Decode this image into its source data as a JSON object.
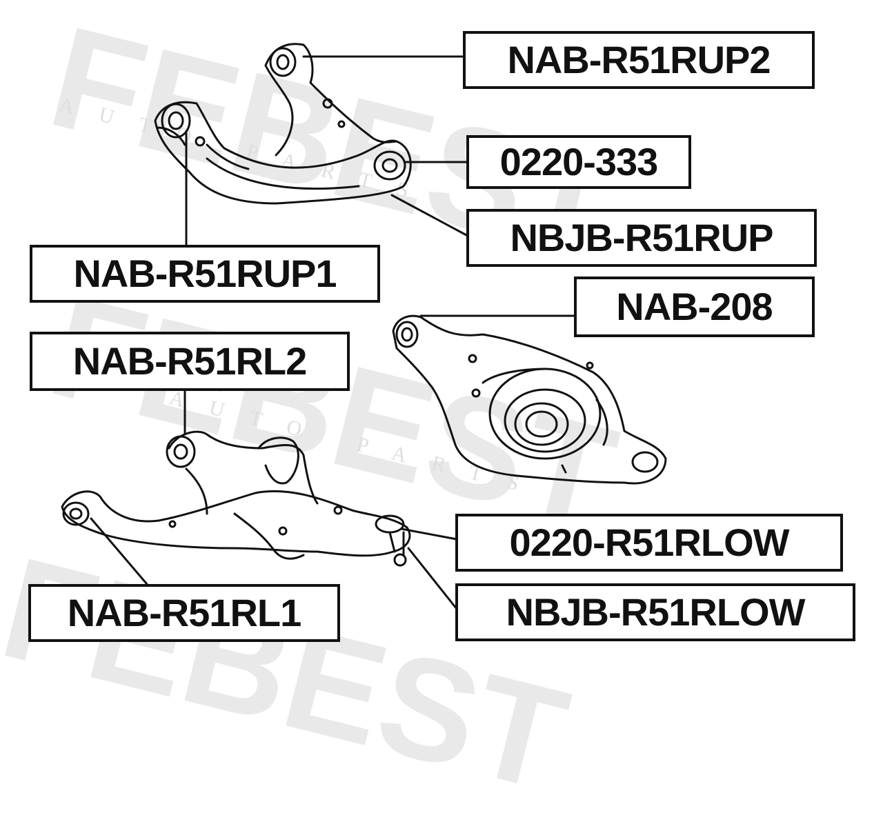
{
  "watermark": {
    "brand": "FEBEST",
    "sub": "AUTO PARTS"
  },
  "labels": {
    "nab_r51rup2": "NAB-R51RUP2",
    "p0220_333": "0220-333",
    "nbjb_r51rup": "NBJB-R51RUP",
    "nab_r51rup1": "NAB-R51RUP1",
    "nab_208": "NAB-208",
    "nab_r51rl2": "NAB-R51RL2",
    "p0220_r51rlow": "0220-R51RLOW",
    "nbjb_r51rlow": "NBJB-R51RLOW",
    "nab_r51rl1": "NAB-R51RL1"
  },
  "colors": {
    "ink": "#111111",
    "watermark": "#e6e6e6",
    "background": "#ffffff"
  }
}
